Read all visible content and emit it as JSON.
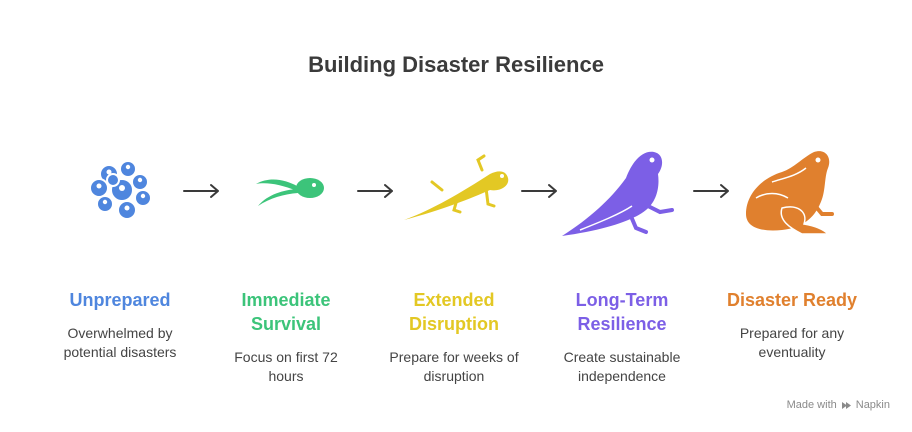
{
  "title": "Building Disaster Resilience",
  "stages": [
    {
      "label": "Unprepared",
      "description": "Overwhelmed by potential disasters",
      "color": "#4f86de",
      "icon": "frog-eggs-icon"
    },
    {
      "label": "Immediate Survival",
      "description": "Focus on first 72 hours",
      "color": "#3cc47a",
      "icon": "tadpole-icon"
    },
    {
      "label": "Extended Disruption",
      "description": "Prepare for weeks of disruption",
      "color": "#e3c824",
      "icon": "tadpole-with-legs-icon"
    },
    {
      "label": "Long-Term Resilience",
      "description": "Create sustainable independence",
      "color": "#7c5fe6",
      "icon": "froglet-icon"
    },
    {
      "label": "Disaster Ready",
      "description": "Prepared for any eventuality",
      "color": "#e0802e",
      "icon": "frog-icon"
    }
  ],
  "footer": {
    "text": "Made with",
    "brand": "Napkin"
  }
}
